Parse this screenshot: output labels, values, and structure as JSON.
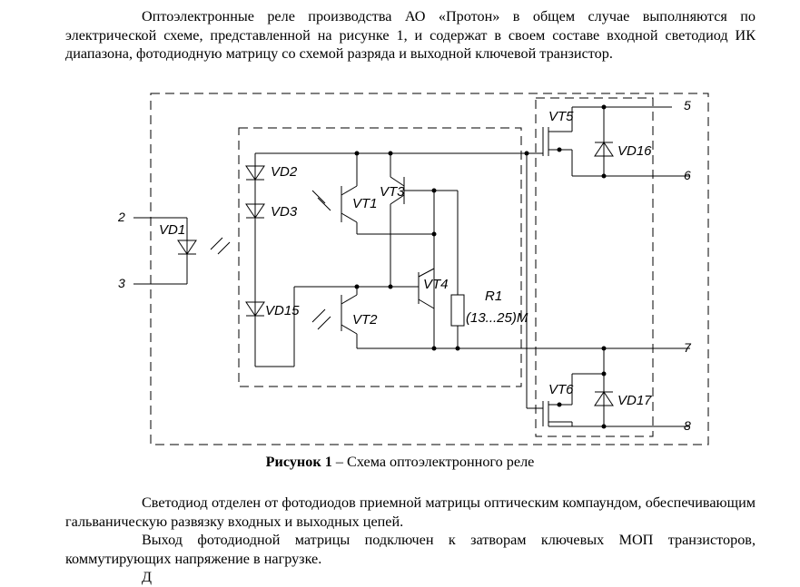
{
  "paragraphs": {
    "p1": "Оптоэлектронные реле производства АО «Протон» в общем случае выполняются по электрической схеме, представленной на рисунке 1, и содержат в своем составе входной светодиод ИК диапазона, фотодиодную матрицу со схемой разряда и выходной ключевой транзистор.",
    "p2": "Светодиод отделен от фотодиодов приемной матрицы оптическим компаундом, обеспечивающим гальваническую развязку входных и выходных цепей.",
    "p3": "Выход фотодиодной матрицы подключен к затворам ключевых МОП транзисторов, коммутирующих напряжение в нагрузке.",
    "p4": "Д"
  },
  "figure": {
    "caption_bold": "Рисунок 1",
    "caption_text": " – Схема оптоэлектронного реле"
  },
  "schematic": {
    "pins": [
      "2",
      "3",
      "5",
      "6",
      "7",
      "8"
    ],
    "components": {
      "vd1": "VD1",
      "vd2": "VD2",
      "vd3": "VD3",
      "vd15": "VD15",
      "vt1": "VT1",
      "vt2": "VT2",
      "vt3": "VT3",
      "vt4": "VT4",
      "vt5": "VT5",
      "vt6": "VT6",
      "vd16": "VD16",
      "vd17": "VD17",
      "r1": "R1",
      "r1_value": "(13...25)М"
    }
  }
}
